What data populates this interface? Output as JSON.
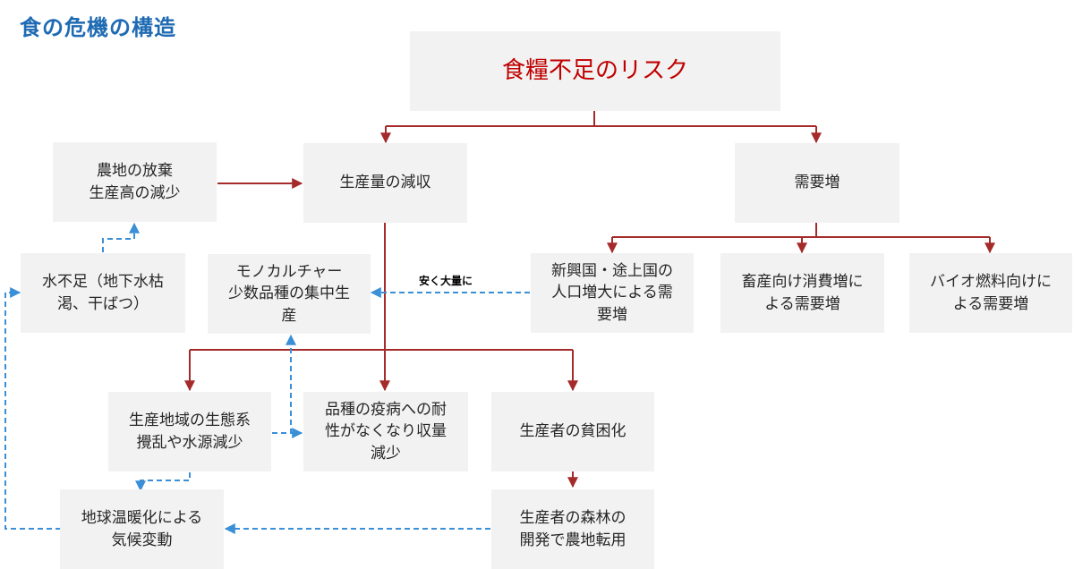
{
  "title": "食の危機の構造",
  "nodes": {
    "risk": "食糧不足のリスク",
    "production_decrease": "生産量の減収",
    "demand_increase": "需要増",
    "farmland_abandon": "農地の放棄\n生産高の減少",
    "water_shortage": "水不足（地下水枯\n渇、干ばつ）",
    "monoculture": "モノカルチャー\n少数品種の集中生\n産",
    "emerging_population": "新興国・途上国の\n人口増大による需\n要増",
    "livestock_demand": "畜産向け消費増に\nよる需要増",
    "biofuel_demand": "バイオ燃料向けに\nよる需要増",
    "ecosystem_disruption": "生産地域の生態系\n攪乱や水源減少",
    "disease_vulnerability": "品種の疫病への耐\n性がなくなり収量\n減少",
    "producer_poverty": "生産者の貧困化",
    "global_warming": "地球温暖化による\n気候変動",
    "forest_conversion": "生産者の森林の\n開発で農地転用"
  },
  "edge_label": "安く大量に",
  "colors": {
    "title": "#1f6bb3",
    "box": "#f2f2f2",
    "solid_arrow": "#a52a2a",
    "dashed_arrow": "#3a8fd6",
    "top_text": "#c00000"
  }
}
